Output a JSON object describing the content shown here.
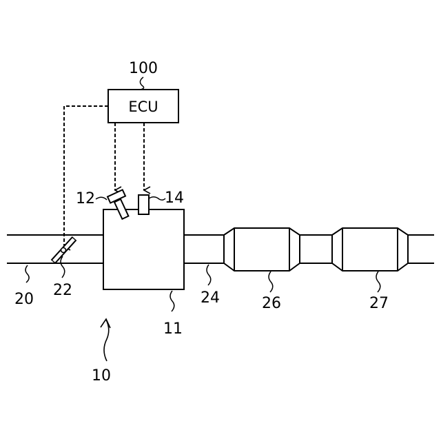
{
  "ecu": {
    "label": "ECU",
    "ref": "100"
  },
  "refs": {
    "injector": "12",
    "sensor": "14",
    "engine": "11",
    "intake_pipe": "20",
    "throttle": "22",
    "exhaust_pipe": "24",
    "catalyst_1": "26",
    "catalyst_2": "27",
    "system": "10"
  }
}
